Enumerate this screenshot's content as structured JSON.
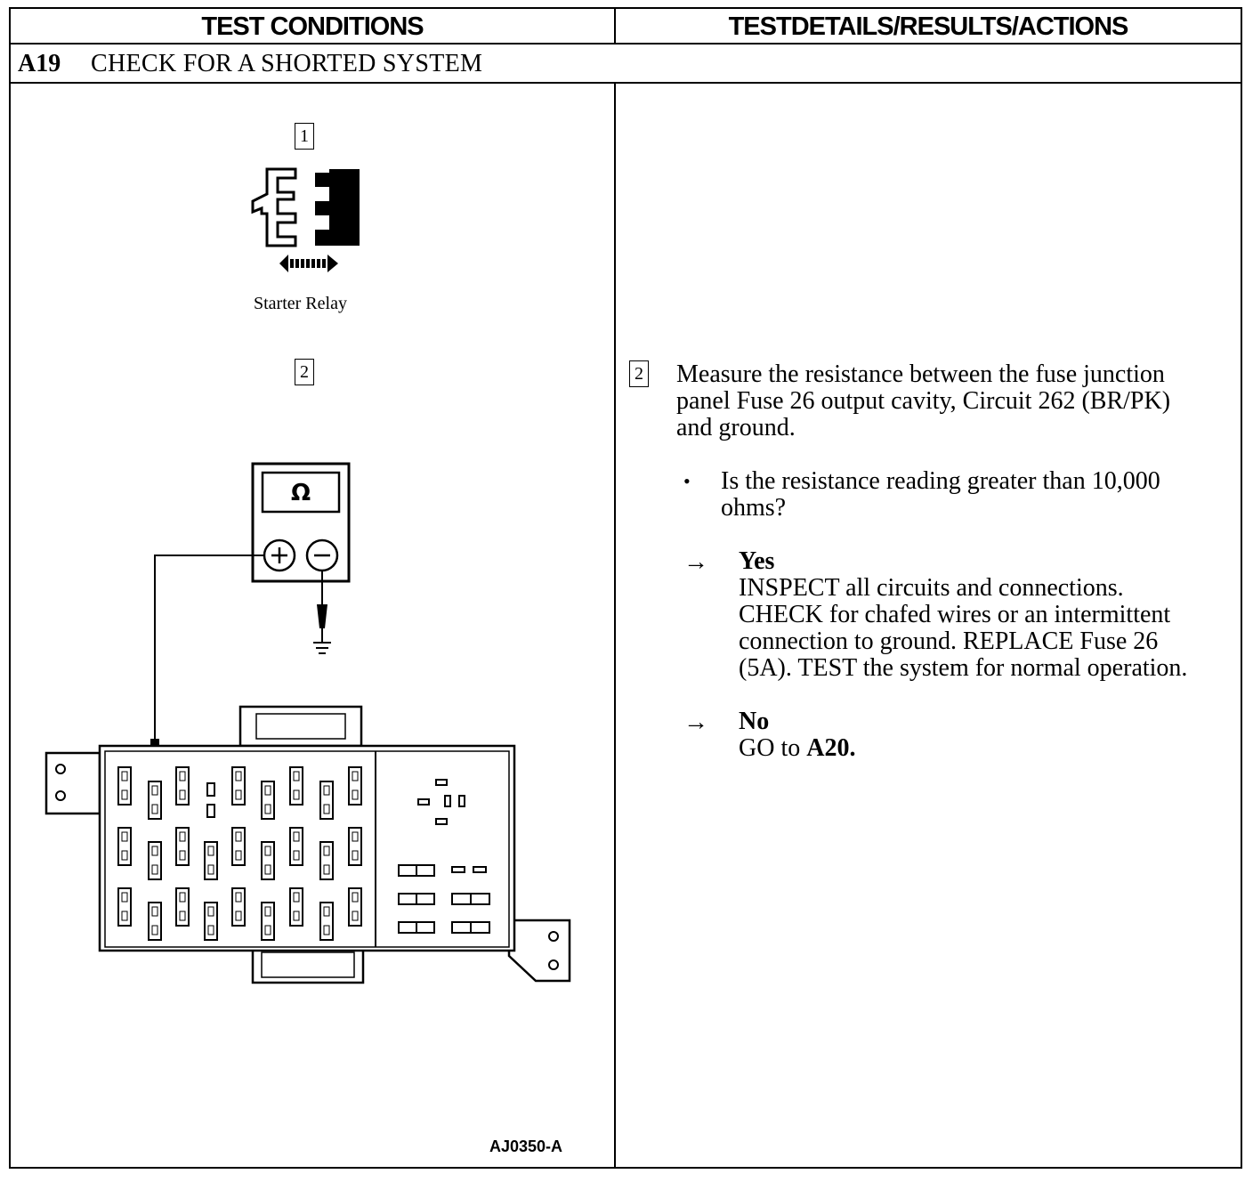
{
  "header": {
    "left": "TEST CONDITIONS",
    "right": "TESTDETAILS/RESULTS/ACTIONS"
  },
  "step": {
    "id": "A19",
    "title": "CHECK FOR A SHORTED SYSTEM"
  },
  "left": {
    "label_1": "1",
    "relay_caption": "Starter Relay",
    "label_2": "2",
    "meter_symbol": "Ω",
    "figure_code": "AJ0350-A"
  },
  "right": {
    "step_number": "2",
    "instruction_line1": "Measure the resistance between the fuse junction",
    "instruction_line2": "panel Fuse 26 output cavity, Circuit 262 (BR/PK)",
    "instruction_line3": "and ground.",
    "bullet": "•",
    "question_line1": "Is the resistance reading greater than 10,000",
    "question_line2": "ohms?",
    "arrow": "→",
    "yes_label": "Yes",
    "yes_line1": "INSPECT all circuits and connections.",
    "yes_line2": "CHECK for chafed wires or an intermittent",
    "yes_line3": "connection to ground. REPLACE Fuse 26",
    "yes_line4": "(5A). TEST the system for normal operation.",
    "no_label": "No",
    "no_text": "GO to ",
    "no_target": "A20."
  }
}
